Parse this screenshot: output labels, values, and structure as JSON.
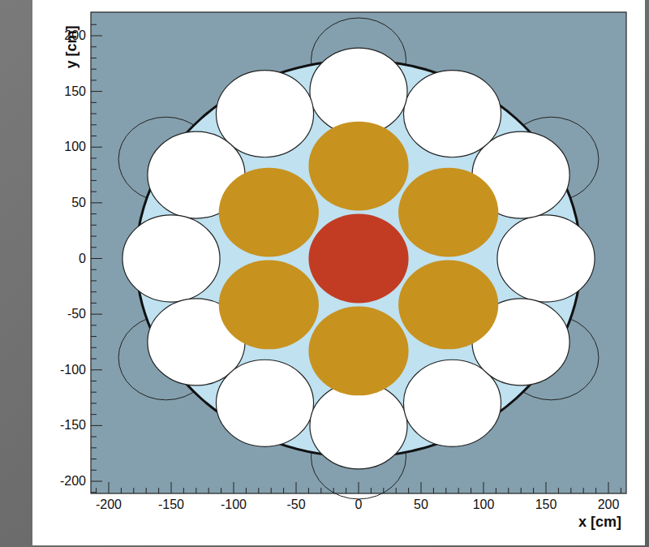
{
  "diagram": {
    "labels": [
      "200",
      "150",
      "100",
      "50",
      "0",
      "-50",
      "-100",
      "-150",
      "-200",
      "-200",
      "-150",
      "-100",
      "-50",
      "0",
      "50",
      "100",
      "150",
      "200",
      "y [cm]",
      "x [cm]"
    ]
  }
}
